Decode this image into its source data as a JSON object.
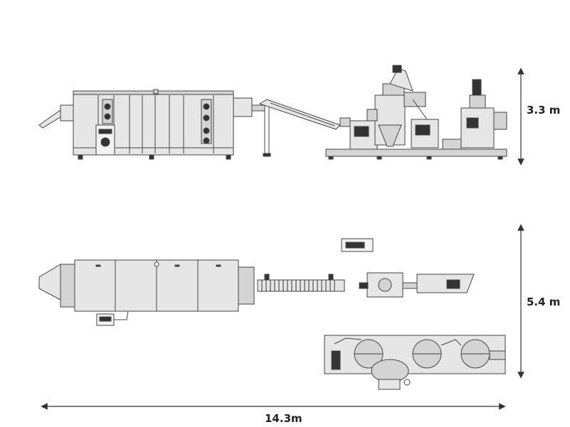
{
  "dimensions": {
    "height_side_view": "3.3 m",
    "depth_top_view": "5.4 m",
    "total_length": "14.3m"
  },
  "colors": {
    "stroke": "#444444",
    "fill": "#e6e6e6",
    "dark": "#333333",
    "panel": "#d4d4d4"
  }
}
